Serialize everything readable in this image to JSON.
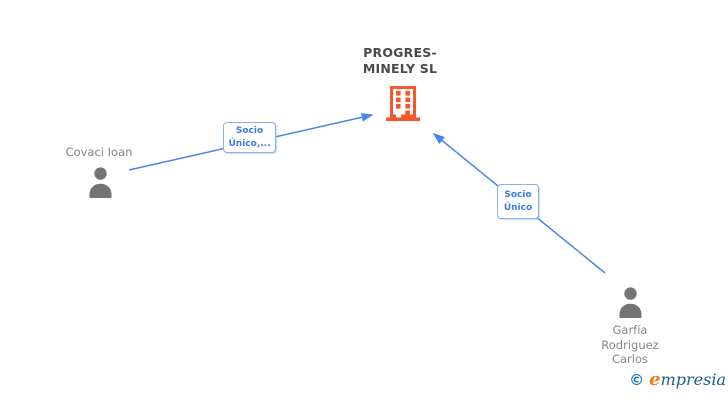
{
  "diagram": {
    "type": "corporate-relations-graph",
    "company": {
      "name_lines": [
        "PROGRES-",
        "MINELY SL"
      ],
      "icon": "building-icon"
    },
    "persons": [
      {
        "name": "Covaci Ioan",
        "icon": "person-icon"
      },
      {
        "name_lines": [
          "Garfía",
          "Rodriguez",
          "Carlos"
        ],
        "icon": "person-icon"
      }
    ],
    "relations": [
      {
        "from": "Covaci Ioan",
        "to": "PROGRES-MINELY SL",
        "label_lines": [
          "Socio",
          "Único,..."
        ]
      },
      {
        "from": "Garfía Rodriguez Carlos",
        "to": "PROGRES-MINELY SL",
        "label_lines": [
          "Socio",
          "Único"
        ]
      }
    ]
  },
  "watermark": {
    "copyright": "©",
    "brand_first_letter": "e",
    "brand_rest": "mpresia"
  },
  "colors": {
    "edge_blue": "#4a86e8",
    "label_border_blue": "#8ab0ea",
    "label_text_blue": "#3c7de2",
    "building_orange": "#f4582a",
    "person_gray": "#747474",
    "name_gray": "#868686",
    "company_text_gray": "#4a4a4a",
    "watermark_blue": "#2e74b5",
    "watermark_teal": "#1b607f",
    "watermark_orange": "#ef7d20"
  }
}
